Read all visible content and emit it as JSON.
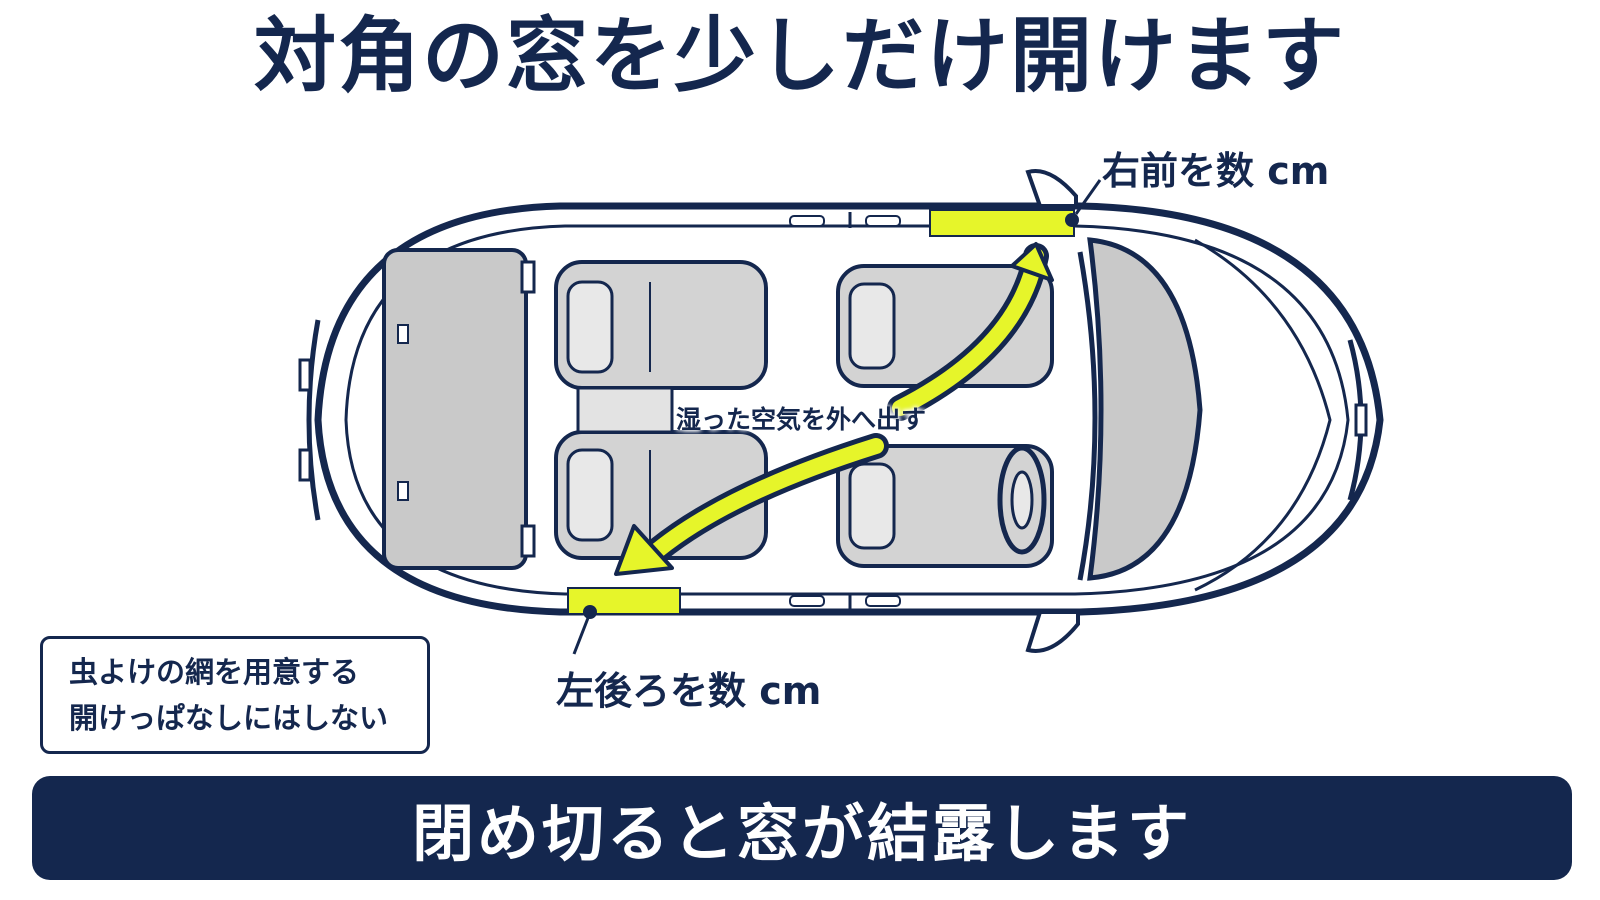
{
  "title": "対角の窓を少しだけ開けます",
  "callouts": {
    "right_front": "右前を数 cm",
    "left_rear": "左後ろを数 cm",
    "airflow": "湿った空気を外へ出す"
  },
  "note": {
    "line1": "虫よけの網を用意する",
    "line2": "開けっぱなしにはしない"
  },
  "banner": "閉め切ると窓が結露します",
  "colors": {
    "navy": "#14274e",
    "highlight": "#e6f52a",
    "seat_gray": "#d3d3d3",
    "background": "#ffffff"
  }
}
